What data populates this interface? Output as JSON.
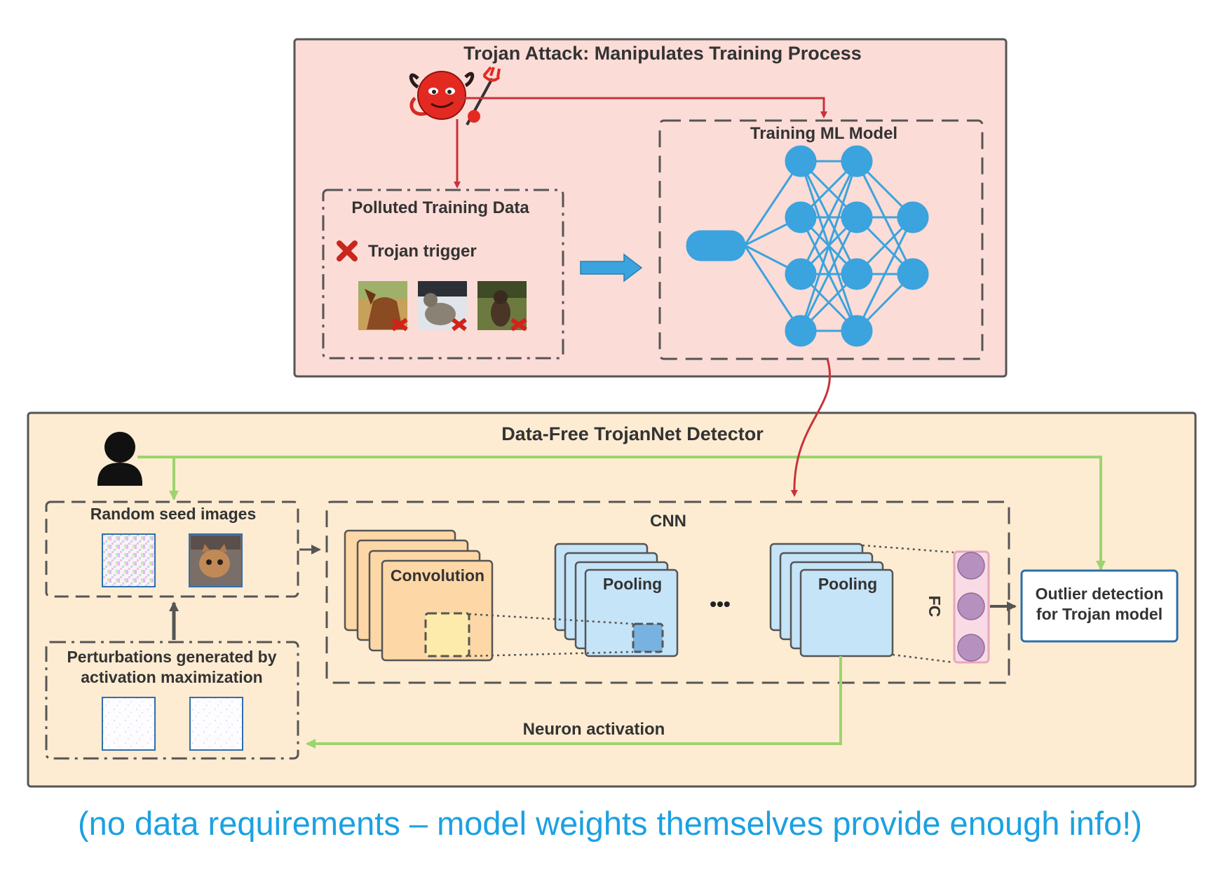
{
  "attack": {
    "title": "Trojan Attack: Manipulates Training Process",
    "polluted_title": "Polluted Training Data",
    "trigger_label": "Trojan trigger",
    "model_title": "Training ML Model"
  },
  "detector": {
    "title": "Data-Free TrojanNet Detector",
    "seed_title": "Random seed images",
    "perturb_title_line1": "Perturbations generated by",
    "perturb_title_line2": "activation maximization",
    "cnn_title": "CNN",
    "conv_label": "Convolution",
    "pool1_label": "Pooling",
    "pool2_label": "Pooling",
    "ellipsis": "•••",
    "fc_label": "FC",
    "outlier_line1": "Outlier detection",
    "outlier_line2": "for Trojan model",
    "activation_label": "Neuron activation"
  },
  "footnote": "(no data requirements – model weights themselves provide enough info!)",
  "colors": {
    "attack_bg": "#fcdcd6",
    "detector_bg": "#feecd2",
    "red_arrow": "#c8323b",
    "green_arrow": "#9cd46e",
    "net_blue": "#3ba3de",
    "footnote_blue": "#1ba1e2"
  }
}
